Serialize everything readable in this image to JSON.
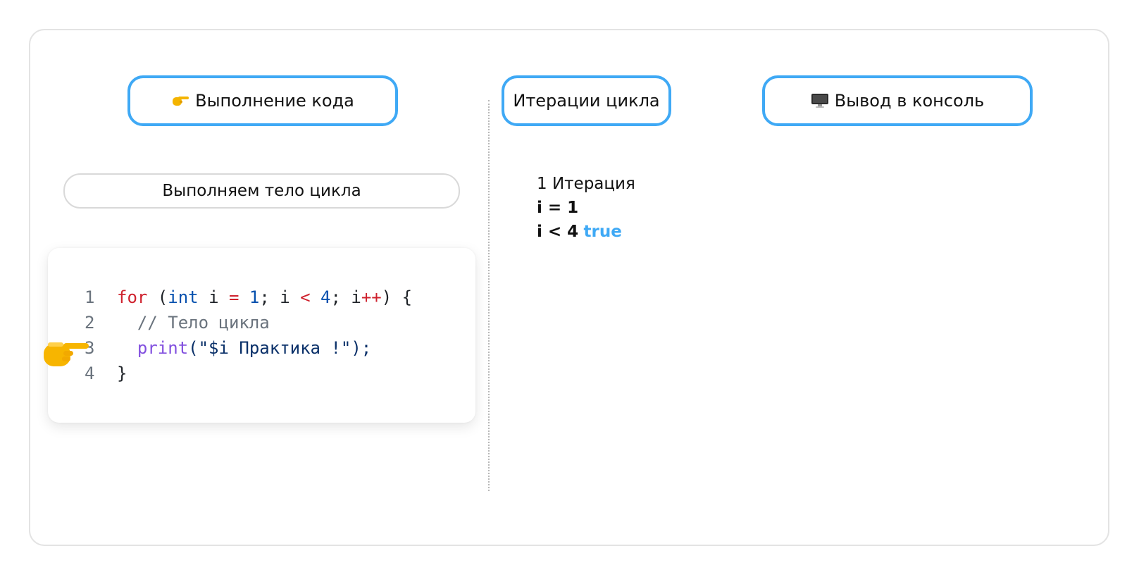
{
  "headers": {
    "exec": {
      "icon": "pointing-hand-icon",
      "label": "Выполнение кода"
    },
    "iterations": {
      "label": "Итерации цикла"
    },
    "console": {
      "icon": "desktop-computer-icon",
      "label": "Вывод в консоль"
    }
  },
  "step_label": "Выполняем тело цикла",
  "code": {
    "line_numbers": [
      "1",
      "2",
      "3",
      "4"
    ],
    "line1": {
      "kw_for": "for",
      "paren_open": " (",
      "type": "int",
      "var": " i ",
      "assign": "=",
      "sp1": " ",
      "init": "1",
      "semi1": "; i ",
      "lt": "<",
      "sp2": " ",
      "limit": "4",
      "semi2": "; i",
      "inc": "++",
      "close": ") {"
    },
    "line2": {
      "comment": "  // Тело цикла"
    },
    "line3": {
      "indent": "  ",
      "fn": "print",
      "args": "(\"$i Практика !\");"
    },
    "line4": {
      "brace": "}"
    },
    "current_line_marker": "pointing-hand-icon"
  },
  "iteration": {
    "title": "1 Итерация",
    "assignment": "i = 1",
    "condition": "i < 4",
    "result": "true"
  },
  "colors": {
    "accent_blue": "#3fa9f5",
    "keyword_red": "#cf222e",
    "type_blue": "#0550ae",
    "function_purple": "#8250df"
  }
}
